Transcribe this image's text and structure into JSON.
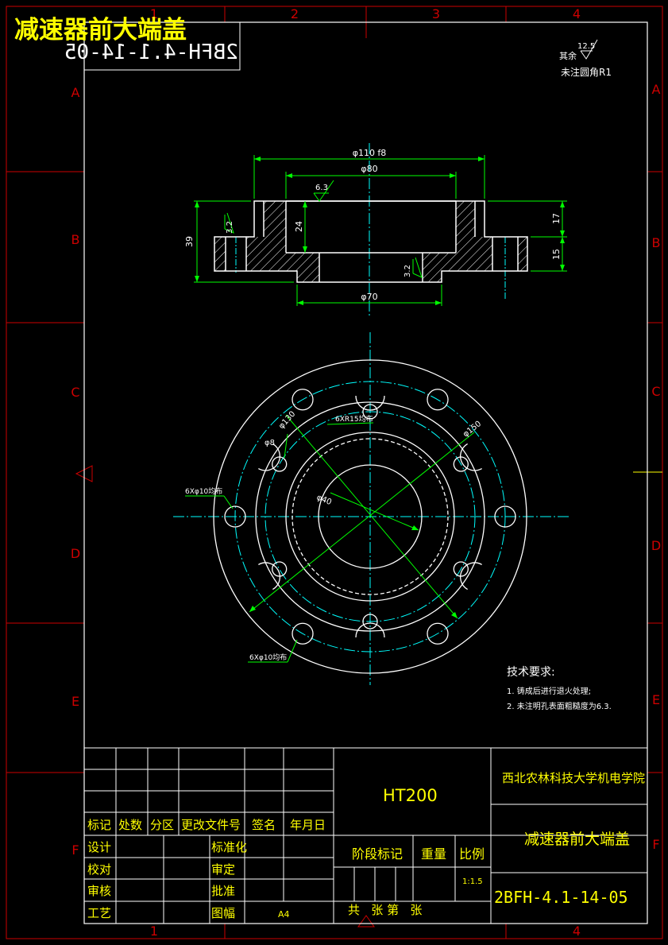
{
  "title": "减速器前大端盖",
  "mirrored_code": "2BFH-4.1-14-05",
  "zones": {
    "columns": [
      "1",
      "2",
      "3",
      "4"
    ],
    "rows": [
      "A",
      "B",
      "C",
      "D",
      "E",
      "F"
    ]
  },
  "surface_note": {
    "prefix": "其余",
    "value": "12.5",
    "fillet": "未注圆角R1"
  },
  "dimensions": {
    "d110": "φ110 f8",
    "d80": "φ80",
    "d70": "φ70",
    "h39": "39",
    "h24": "24",
    "h17": "17",
    "h15": "15",
    "r63": "6.3",
    "r32a": "3.2",
    "r32b": "3.2",
    "d130": "φ130",
    "d150": "φ150",
    "d8": "φ8",
    "d40": "φ40",
    "slots": "6XR15均布",
    "holes_a": "6Xφ10均布",
    "holes_b": "6Xφ10均布"
  },
  "tech": {
    "heading": "技术要求:",
    "item1": "1. 铸成后进行退火处理;",
    "item2": "2. 未注明孔表面粗糙度为6.3."
  },
  "title_block": {
    "material": "HT200",
    "school": "西北农林科技大学机电学院",
    "part_name": "减速器前大端盖",
    "drawing_no": "2BFH-4.1-14-05",
    "rev_headers": [
      "标记",
      "处数",
      "分区",
      "更改文件号",
      "签名",
      "年月日"
    ],
    "design": "设计",
    "check": "校对",
    "review": "审核",
    "process": "工艺",
    "standardize": "标准化",
    "approve_check": "审定",
    "approve": "批准",
    "sheet_size_label": "图幅",
    "sheet_size": "A4",
    "stage_mark": "阶段标记",
    "weight": "重量",
    "scale_label": "比例",
    "scale": "1:1.5",
    "sheets": "共   张 第   张"
  },
  "colors": {
    "frame": "#cc0000",
    "line": "#ffffff",
    "dim": "#00ff00",
    "center": "#00ffff",
    "title": "#ffff00",
    "hatch": "#ffffff"
  }
}
